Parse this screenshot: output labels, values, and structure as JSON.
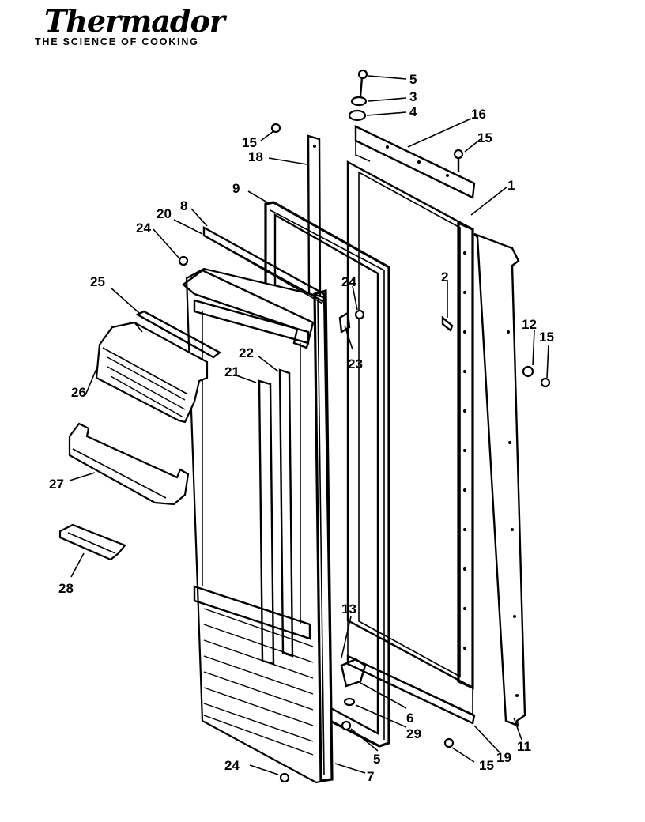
{
  "brand": {
    "name": "Thermador",
    "tagline": "THE SCIENCE OF COOKING"
  },
  "callouts": [
    "5",
    "3",
    "4",
    "16",
    "15",
    "15",
    "18",
    "1",
    "9",
    "8",
    "20",
    "24",
    "2",
    "24",
    "25",
    "12",
    "15",
    "23",
    "22",
    "21",
    "26",
    "27",
    "28",
    "13",
    "6",
    "29",
    "5",
    "19",
    "11",
    "15",
    "24",
    "7"
  ]
}
